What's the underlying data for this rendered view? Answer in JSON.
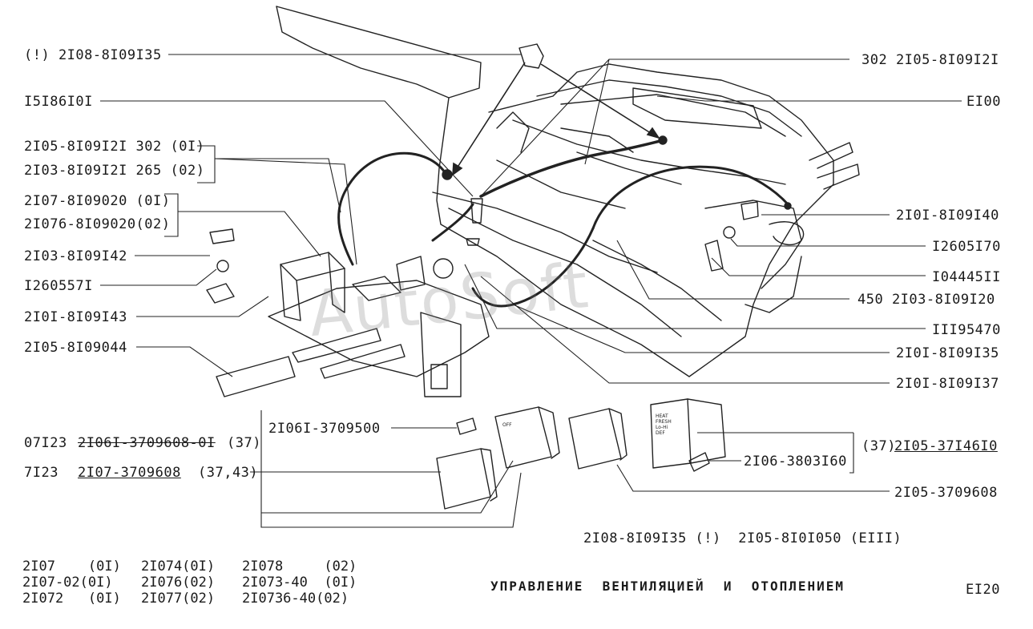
{
  "callouts": {
    "c01": "(!) 2I08-8I09I35",
    "c02": "I5I86I0I",
    "c03": "2I05-8I09I2I 302 (0I)",
    "c04": "2I03-8I09I2I 265 (02)",
    "c05": "2I07-8I09020 (0I)",
    "c06": "2I076-8I09020(02)",
    "c07": "2I03-8I09I42",
    "c08": "I260557I",
    "c09": "2I0I-8I09I43",
    "c10": "2I05-8I09044",
    "c11": "302 2I05-8I09I2I",
    "c12": "EI00",
    "c13": "2I0I-8I09I40",
    "c14": "I2605I70",
    "c15": "I04445II",
    "c16": "450 2I03-8I09I20",
    "c17": "III95470",
    "c18": "2I0I-8I09I35",
    "c19": "2I0I-8I09I37",
    "c20": "2I06I-3709500",
    "c21a": "07I23",
    "c21b": "2I06I-3709608-0I",
    "c21c": "(37)",
    "c22a": "7I23",
    "c22b": "2I07-3709608",
    "c22c": "(37,43)",
    "c23a": "(37)",
    "c23b": "2I05-37I46I0",
    "c24": "2I06-3803I60",
    "c25": "2I05-3709608",
    "c26": "2I08-8I09I35 (!)  2I05-8I0I050 (EIII)"
  },
  "models": {
    "col1": [
      "2I07    (0I)",
      "2I07-02(0I)",
      "2I072   (0I)"
    ],
    "col2": [
      "2I074(0I)",
      "2I076(02)",
      "2I077(02)"
    ],
    "col3": [
      "2I078     (02)",
      "2I073-40  (0I)",
      "2I0736-40(02)"
    ]
  },
  "title": "УПРАВЛЕНИЕ  ВЕНТИЛЯЦИЕЙ  И  ОТОПЛЕНИЕМ",
  "page_code": "EI20",
  "watermark": "AutoSoft",
  "switch_texts": {
    "heat": "HEAT",
    "fresh": "FRESH",
    "lowhi": "Lo-Hi",
    "def": "DEF",
    "off": "OFF"
  }
}
